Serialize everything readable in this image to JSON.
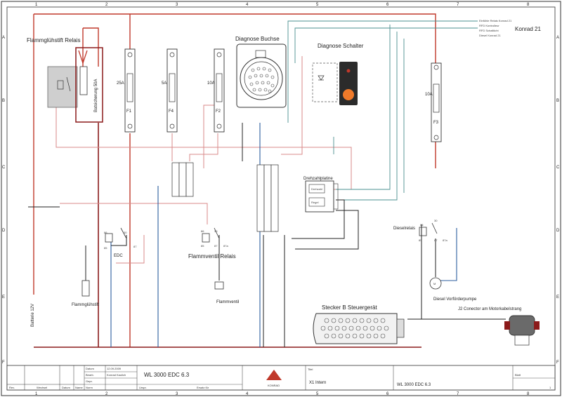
{
  "frame": {
    "columns": [
      "1",
      "2",
      "3",
      "4",
      "5",
      "6",
      "7",
      "8"
    ],
    "rows": [
      "A",
      "B",
      "C",
      "D",
      "E",
      "F"
    ]
  },
  "labels": {
    "flammgluehstift_relais": "Flammglühstift Relais",
    "diagnose_buchse": "Diagnose Buchse",
    "diagnose_schalter": "Diagnose Schalter",
    "konrad": "Konrad 21",
    "drehzahlplatine": "Drehzahlplatine",
    "dieselrelais": "Dieselrelais",
    "edc": "EDC",
    "flammventil_relais": "Flammventil Relais",
    "flammventil": "Flammventil",
    "flammgluehstift": "Flammglühstift",
    "batterie": "Batterie 12V",
    "stecker_b": "Stecker B Steuergerät",
    "vorfoerderpumpe": "Diesel Vorförderpumpe",
    "j2": "J2 Conector am Motorkabelstrang",
    "sicherung_50a": "Batsicherung 50A",
    "drehzahl_1": "Drehzahl",
    "drehzahl_2": "Regel"
  },
  "fuses": [
    {
      "rating": "25A",
      "id": "F1"
    },
    {
      "rating": "5A",
      "id": "F4"
    },
    {
      "rating": "10A",
      "id": "F2"
    },
    {
      "rating": "10A",
      "id": "F3"
    }
  ],
  "relay_pins": {
    "edc": [
      "86",
      "30",
      "85",
      "87"
    ],
    "flammventil": [
      "86",
      "30",
      "85",
      "87",
      "87a"
    ],
    "diesel": [
      "86",
      "30",
      "85",
      "87",
      "87a"
    ]
  },
  "konrad_signals": [
    "Einfühle Relais Konrad 21",
    "RFD Kontrolleur",
    "RFD Schaltlicht",
    "Diesel Konrad 21"
  ],
  "title_block": {
    "headers": [
      "Rev.",
      "Wechsel",
      "Datum",
      "Name"
    ],
    "meta_labels": [
      "Datum",
      "Bearb.",
      "Gepr.",
      "Norm"
    ],
    "meta_values": [
      "12.09.2009",
      "Konrad Kaulich",
      "",
      ""
    ],
    "drawing_title": "WL 3000  EDC 6.3",
    "company": "KONRAD",
    "title_label": "Titel",
    "title_value": "X1 Intern",
    "ref": "WL 3000  EDC 6.3",
    "sheet_label": "Blatt",
    "sheet_value": "1",
    "orig_label": "Urspr.",
    "ersatz_label": "Ersatz für"
  },
  "colors": {
    "red": "#c0392b",
    "dark_red": "#8b1a1a",
    "blue": "#2c5d9f",
    "teal": "#4a8f8f",
    "pink": "#d98a8a",
    "black": "#222222",
    "fuse_box": "#333333"
  }
}
